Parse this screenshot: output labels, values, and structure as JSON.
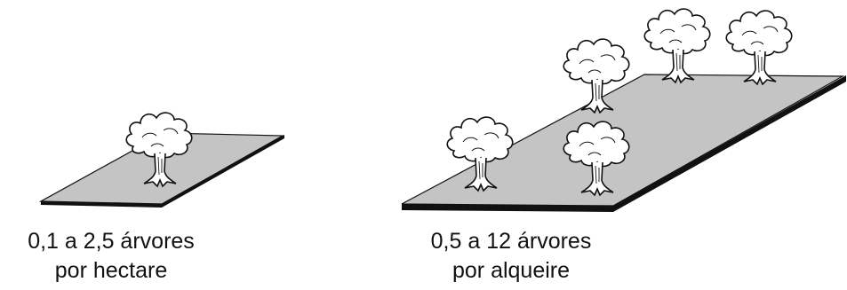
{
  "panels": [
    {
      "caption_line1": "0,1 a 2,5 árvores",
      "caption_line2": "por hectare",
      "tree_count": 1
    },
    {
      "caption_line1": "0,5 a 12 árvores",
      "caption_line2": "por alqueire",
      "tree_count": 5
    }
  ],
  "colors": {
    "plot_fill": "#c4c4c4",
    "plot_edge": "#111111",
    "tree_fill": "#ffffff",
    "tree_stroke": "#111111"
  }
}
